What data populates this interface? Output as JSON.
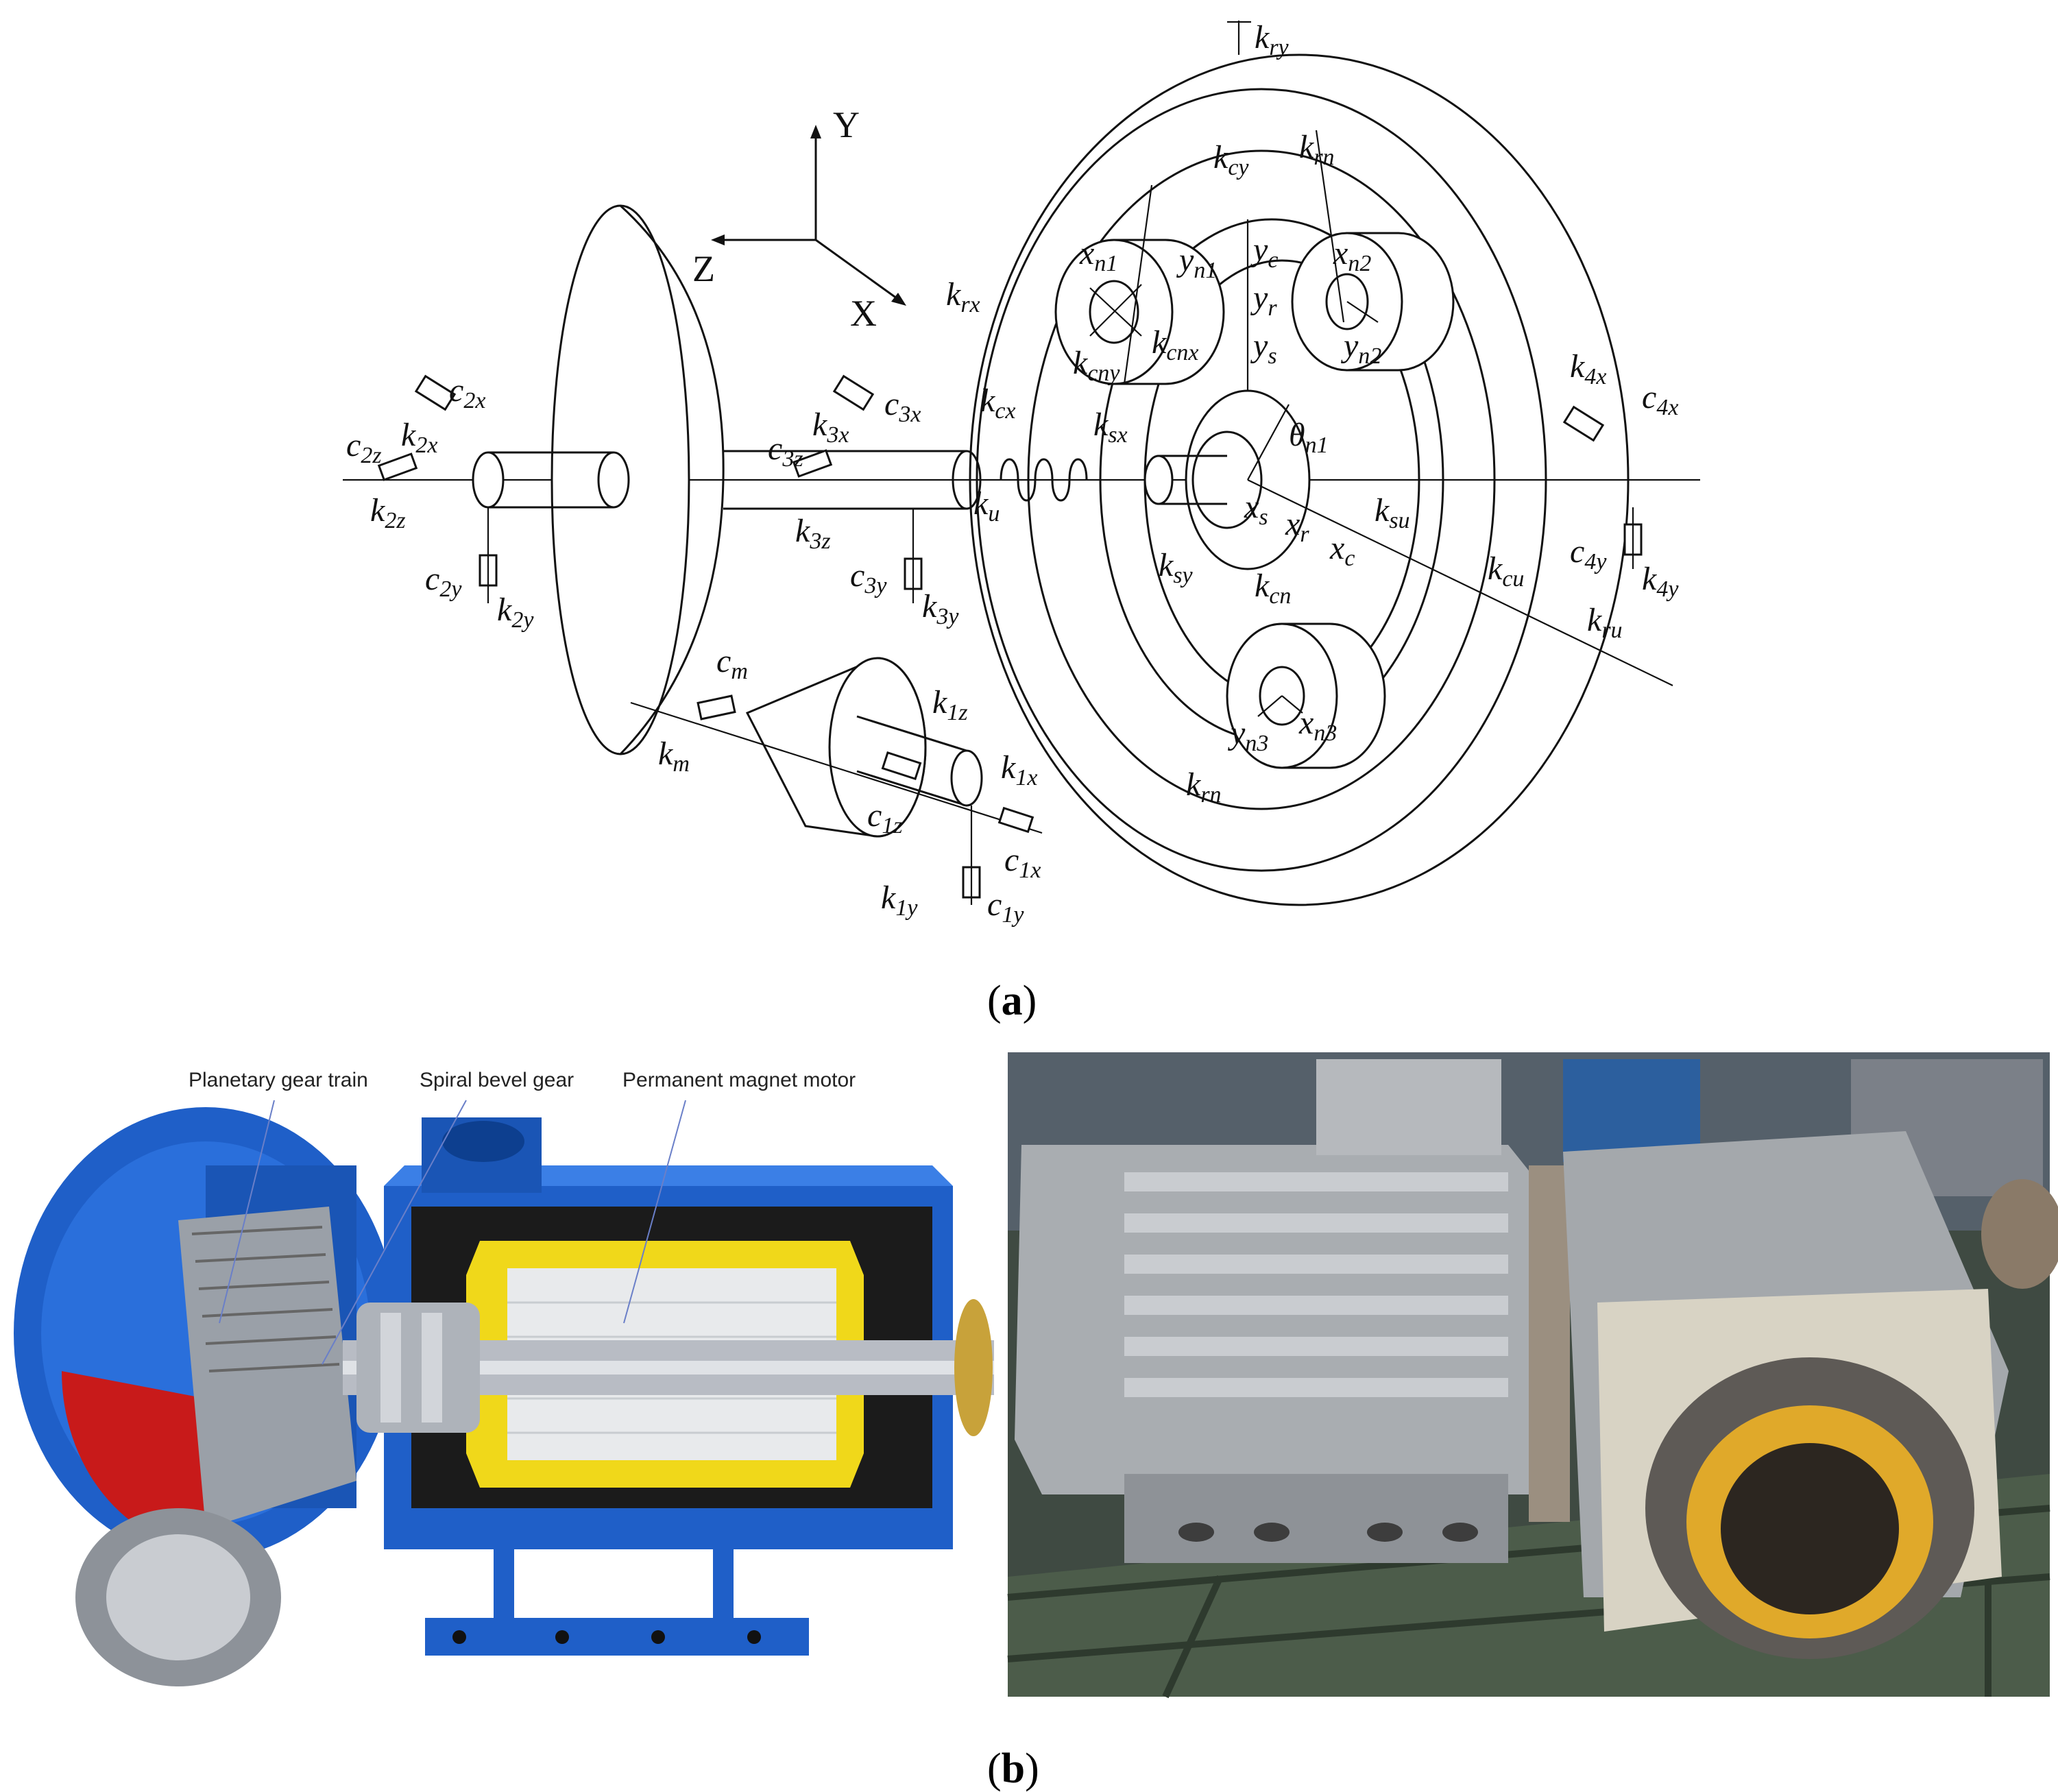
{
  "diagram": {
    "axes": {
      "y": "Y",
      "z": "Z",
      "x": "X"
    },
    "labels": {
      "kry": "k",
      "kry_sub": "ry",
      "kcy": "k",
      "kcy_sub": "cy",
      "krn_top": "k",
      "krn_top_sub": "rn",
      "yc": "y",
      "yc_sub": "c",
      "yr": "y",
      "yr_sub": "r",
      "ys": "y",
      "ys_sub": "s",
      "xn1": "x",
      "xn1_sub": "n1",
      "yn1": "y",
      "yn1_sub": "n1",
      "xn2": "x",
      "xn2_sub": "n2",
      "yn2": "y",
      "yn2_sub": "n2",
      "kcnx": "k",
      "kcnx_sub": "cnx",
      "kcny": "k",
      "kcny_sub": "cny",
      "krx": "k",
      "krx_sub": "rx",
      "kcx": "k",
      "kcx_sub": "cx",
      "ksx": "k",
      "ksx_sub": "sx",
      "theta": "θ",
      "theta_sub": "n1",
      "k4x": "k",
      "k4x_sub": "4x",
      "c4x": "c",
      "c4x_sub": "4x",
      "c2x": "c",
      "c2x_sub": "2x",
      "k2x": "k",
      "k2x_sub": "2x",
      "c2z": "c",
      "c2z_sub": "2z",
      "k2z": "k",
      "k2z_sub": "2z",
      "c3x": "c",
      "c3x_sub": "3x",
      "k3x": "k",
      "k3x_sub": "3x",
      "c3z": "c",
      "c3z_sub": "3z",
      "k3z": "k",
      "k3z_sub": "3z",
      "ku": "k",
      "ku_sub": "u",
      "ksu": "k",
      "ksu_sub": "su",
      "xs": "x",
      "xs_sub": "s",
      "xr": "x",
      "xr_sub": "r",
      "xc": "x",
      "xc_sub": "c",
      "ksy": "k",
      "ksy_sub": "sy",
      "kcn": "k",
      "kcn_sub": "cn",
      "kcu": "k",
      "kcu_sub": "cu",
      "c4y": "c",
      "c4y_sub": "4y",
      "k4y": "k",
      "k4y_sub": "4y",
      "kru": "k",
      "kru_sub": "ru",
      "c2y": "c",
      "c2y_sub": "2y",
      "k2y": "k",
      "k2y_sub": "2y",
      "c3y": "c",
      "c3y_sub": "3y",
      "k3y": "k",
      "k3y_sub": "3y",
      "cm": "c",
      "cm_sub": "m",
      "km": "k",
      "km_sub": "m",
      "k1z": "k",
      "k1z_sub": "1z",
      "c1z": "c",
      "c1z_sub": "1z",
      "k1x": "k",
      "k1x_sub": "1x",
      "c1x": "c",
      "c1x_sub": "1x",
      "k1y": "k",
      "k1y_sub": "1y",
      "c1y": "c",
      "c1y_sub": "1y",
      "yn3": "y",
      "yn3_sub": "n3",
      "xn3": "x",
      "xn3_sub": "n3",
      "krn_bot": "k",
      "krn_bot_sub": "rn"
    }
  },
  "captions": {
    "a_open": "(",
    "a_letter": "a",
    "a_close": ")",
    "b_open": "(",
    "b_letter": "b",
    "b_close": ")"
  },
  "render": {
    "callouts": [
      "Planetary gear train",
      "Spiral bevel gear",
      "Permanent magnet motor"
    ]
  },
  "colors": {
    "housing_blue": "#1f5fc8",
    "stator_yellow": "#f0d81a",
    "gear_red": "#c81a1a",
    "metal_gray": "#b8bcc4",
    "photo_floor": "#5a6a58"
  }
}
